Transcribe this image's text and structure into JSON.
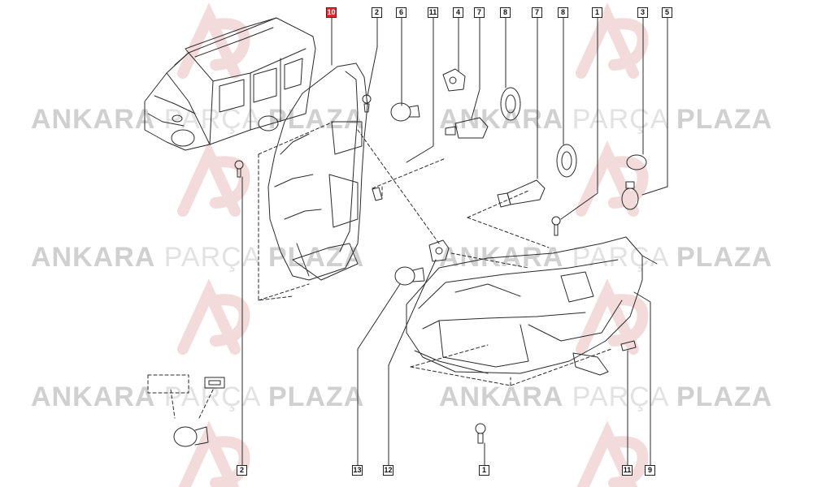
{
  "watermark": {
    "text_bold_1": "ANKARA",
    "text_thin": "PARÇA",
    "text_bold_2": "PLAZA",
    "logo_letters": "AP"
  },
  "accent_color": "#e3262b",
  "callouts": {
    "top": [
      {
        "id": "c-top-10",
        "label": "10",
        "highlighted": true
      },
      {
        "id": "c-top-2",
        "label": "2"
      },
      {
        "id": "c-top-6",
        "label": "6"
      },
      {
        "id": "c-top-11",
        "label": "11"
      },
      {
        "id": "c-top-4",
        "label": "4"
      },
      {
        "id": "c-top-7a",
        "label": "7"
      },
      {
        "id": "c-top-8a",
        "label": "8"
      },
      {
        "id": "c-top-7b",
        "label": "7"
      },
      {
        "id": "c-top-8b",
        "label": "8"
      },
      {
        "id": "c-top-1",
        "label": "1"
      },
      {
        "id": "c-top-3",
        "label": "3"
      },
      {
        "id": "c-top-5",
        "label": "5"
      }
    ],
    "bottom": [
      {
        "id": "c-bot-2",
        "label": "2"
      },
      {
        "id": "c-bot-13",
        "label": "13"
      },
      {
        "id": "c-bot-12",
        "label": "12"
      },
      {
        "id": "c-bot-1",
        "label": "1"
      },
      {
        "id": "c-bot-11",
        "label": "11"
      },
      {
        "id": "c-bot-9",
        "label": "9"
      }
    ]
  }
}
